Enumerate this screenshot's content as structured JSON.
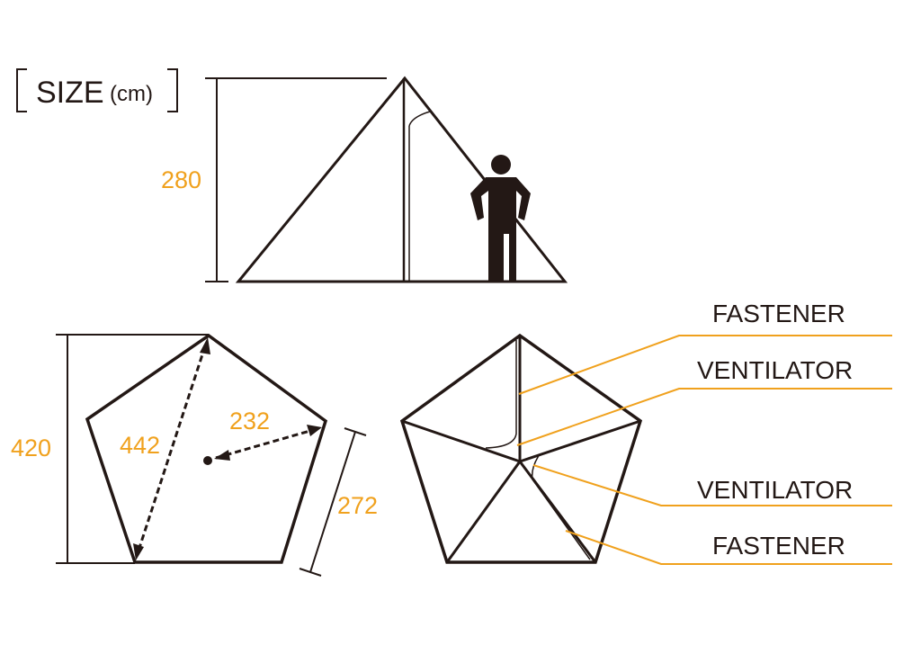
{
  "title": "SIZE",
  "unit": "(cm)",
  "colors": {
    "accent": "#f0a11d",
    "line": "#231815"
  },
  "side_view": {
    "height": "280"
  },
  "floor_plan": {
    "depth": "420",
    "diagonal": "442",
    "center_to_vertex": "232",
    "side": "272"
  },
  "top_view": {
    "callouts": [
      {
        "label": "FASTENER"
      },
      {
        "label": "VENTILATOR"
      },
      {
        "label": "VENTILATOR"
      },
      {
        "label": "FASTENER"
      }
    ]
  }
}
